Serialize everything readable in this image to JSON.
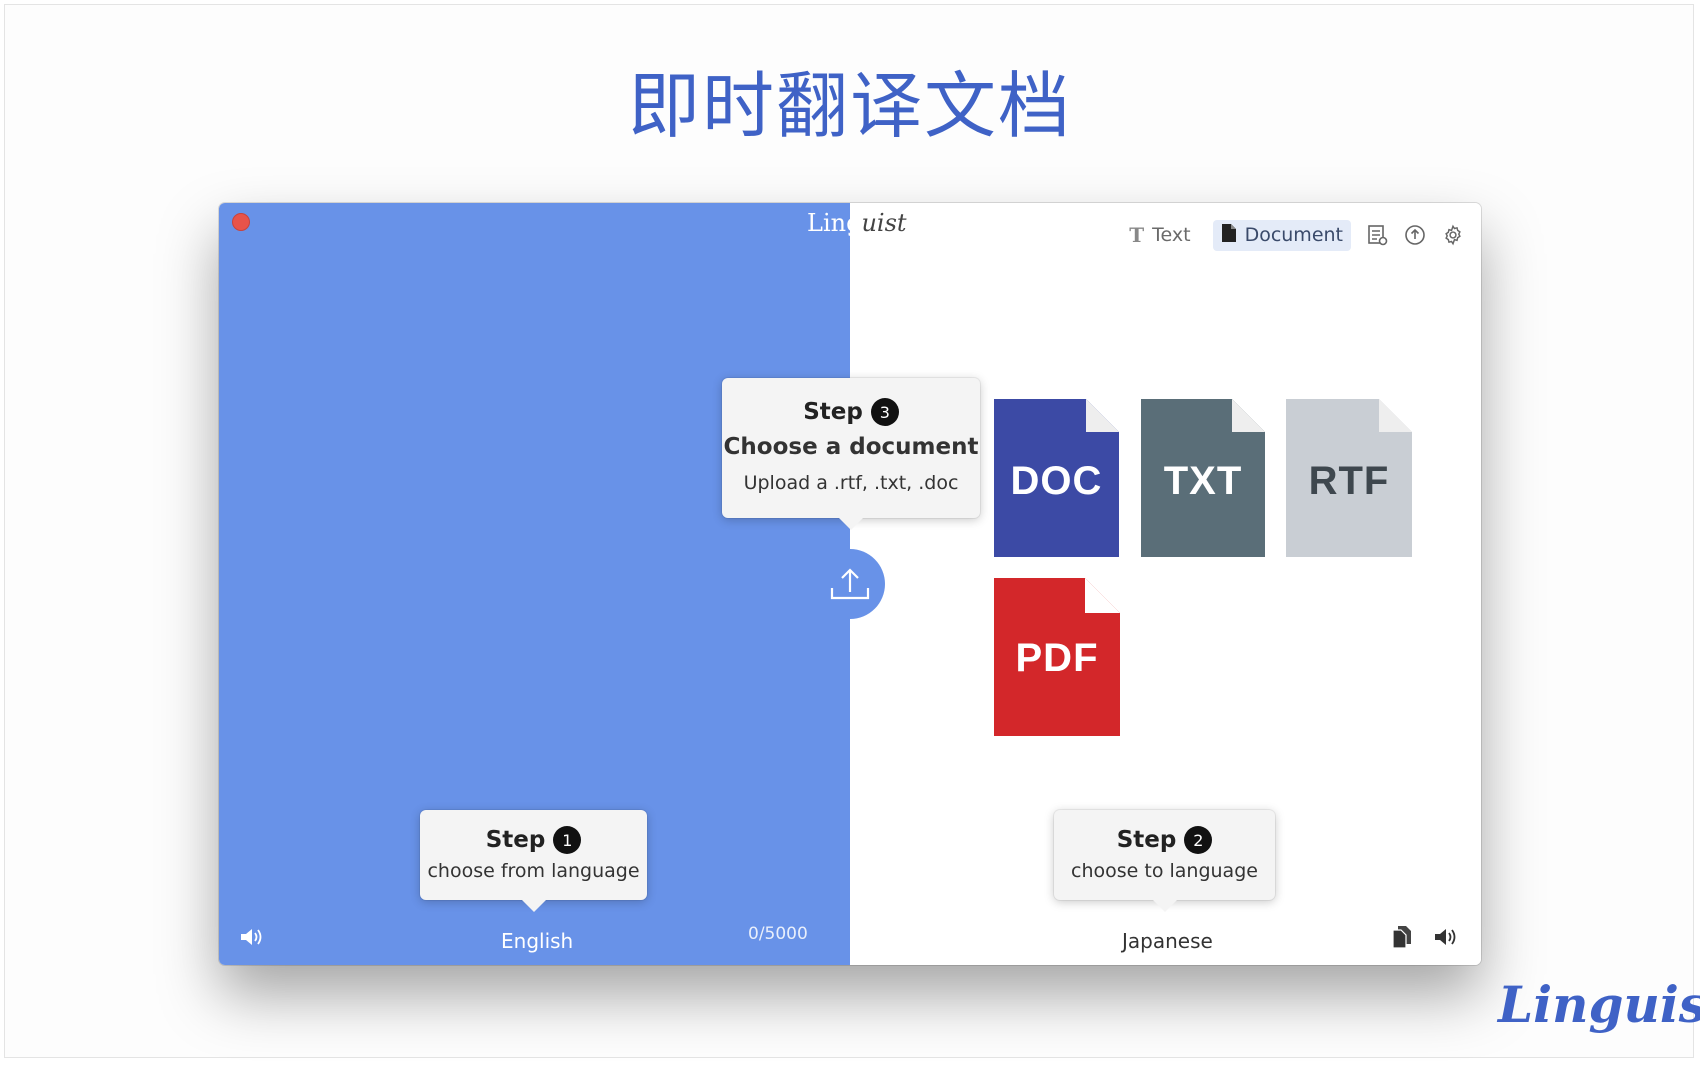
{
  "headline": "即时翻译文档",
  "window": {
    "title_part1": "Ling",
    "title_part2": "uist"
  },
  "toolbar": {
    "text_label": "Text",
    "document_label": "Document",
    "active_tab": "Document"
  },
  "steps": {
    "step1": {
      "word": "Step",
      "number": "1",
      "subtitle": "choose from language"
    },
    "step2": {
      "word": "Step",
      "number": "2",
      "subtitle": "choose to language"
    },
    "step3": {
      "word": "Step",
      "number": "3",
      "title": "Choose a document",
      "subtitle": "Upload a .rtf, .txt, .doc"
    }
  },
  "file_types": [
    {
      "label": "DOC",
      "color": "#3c4aa5"
    },
    {
      "label": "TXT",
      "color": "#5a6e78"
    },
    {
      "label": "RTF",
      "color": "#c9ced4"
    },
    {
      "label": "PDF",
      "color": "#d3272a"
    }
  ],
  "source": {
    "language": "English",
    "char_count": "0/5000"
  },
  "target": {
    "language": "Japanese"
  },
  "brand": "Linguist",
  "colors": {
    "accent": "#6892e8",
    "headline": "#3f62c6"
  }
}
